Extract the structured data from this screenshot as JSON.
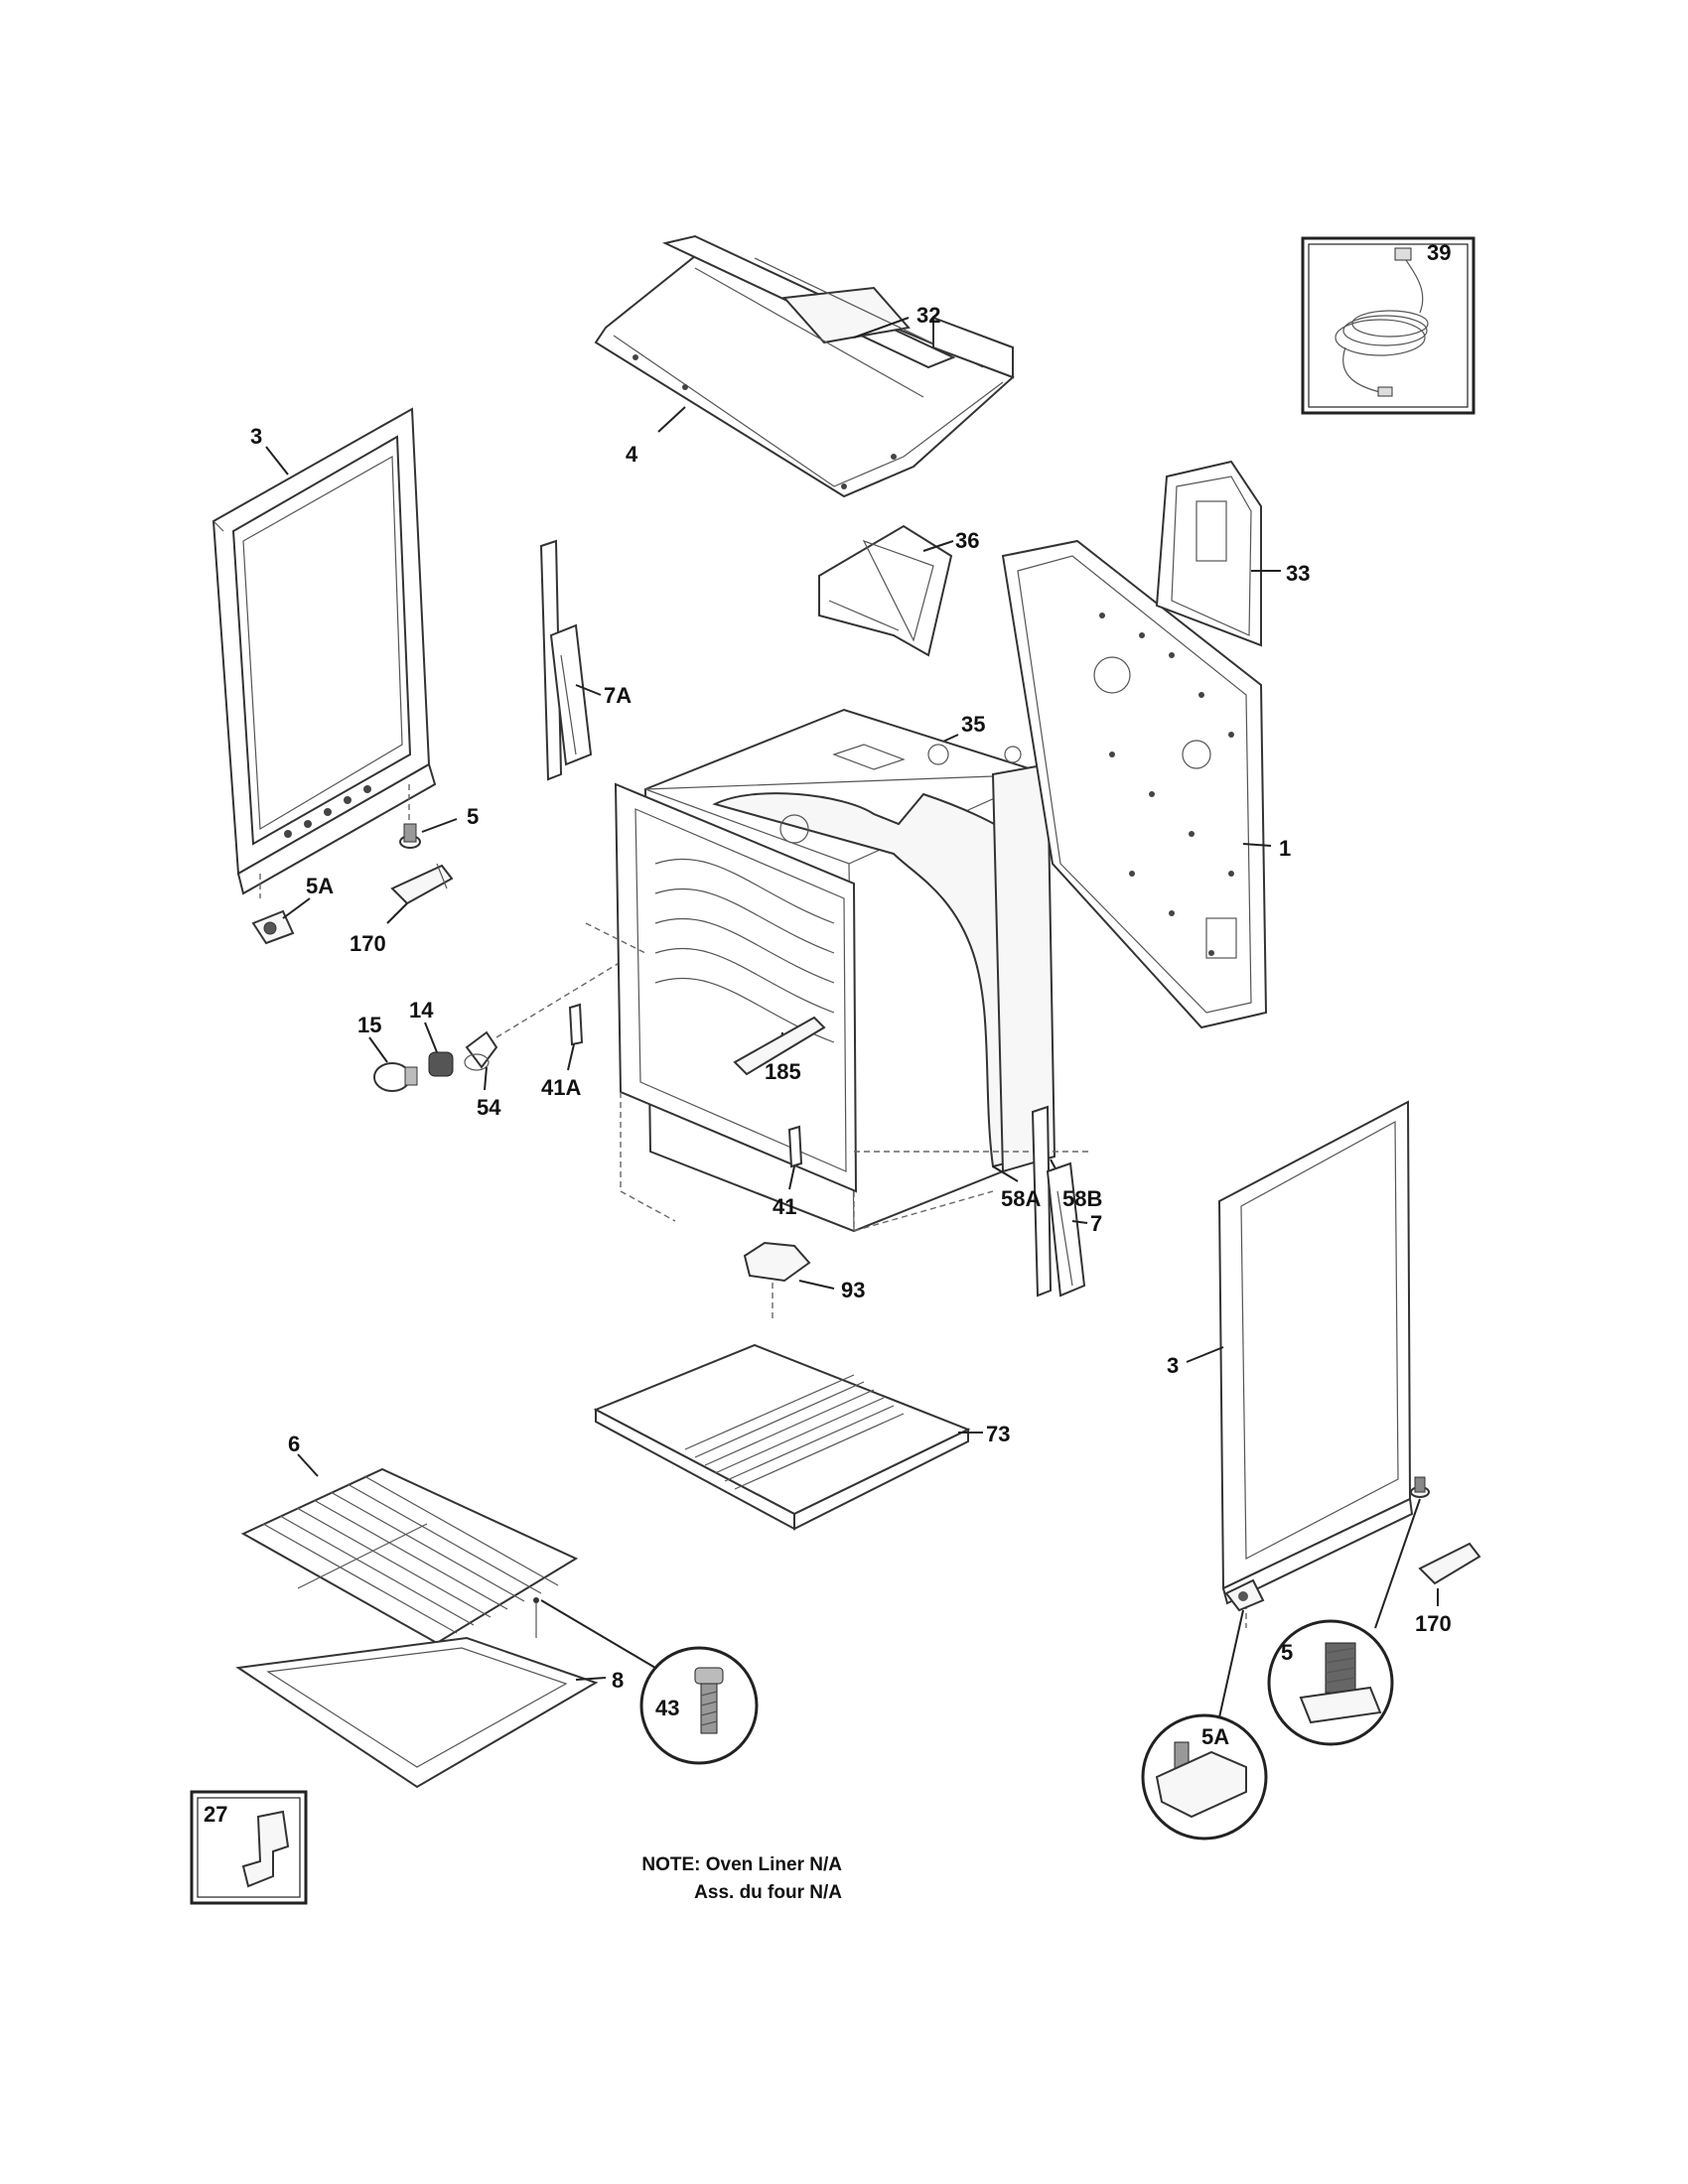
{
  "callouts": [
    {
      "id": "c-32",
      "text": "32"
    },
    {
      "id": "c-4",
      "text": "4"
    },
    {
      "id": "c-39",
      "text": "39"
    },
    {
      "id": "c-3a",
      "text": "3"
    },
    {
      "id": "c-36",
      "text": "36"
    },
    {
      "id": "c-33",
      "text": "33"
    },
    {
      "id": "c-7a",
      "text": "7A"
    },
    {
      "id": "c-35",
      "text": "35"
    },
    {
      "id": "c-5a",
      "text": "5"
    },
    {
      "id": "c-1",
      "text": "1"
    },
    {
      "id": "c-5aa",
      "text": "5A"
    },
    {
      "id": "c-170a",
      "text": "170"
    },
    {
      "id": "c-14",
      "text": "14"
    },
    {
      "id": "c-15",
      "text": "15"
    },
    {
      "id": "c-54",
      "text": "54"
    },
    {
      "id": "c-41a",
      "text": "41A"
    },
    {
      "id": "c-185",
      "text": "185"
    },
    {
      "id": "c-58a",
      "text": "58A"
    },
    {
      "id": "c-58b",
      "text": "58B"
    },
    {
      "id": "c-41",
      "text": "41"
    },
    {
      "id": "c-7",
      "text": "7"
    },
    {
      "id": "c-93",
      "text": "93"
    },
    {
      "id": "c-3b",
      "text": "3"
    },
    {
      "id": "c-73",
      "text": "73"
    },
    {
      "id": "c-6",
      "text": "6"
    },
    {
      "id": "c-170b",
      "text": "170"
    },
    {
      "id": "c-5b",
      "text": "5"
    },
    {
      "id": "c-43",
      "text": "43"
    },
    {
      "id": "c-8",
      "text": "8"
    },
    {
      "id": "c-5ab",
      "text": "5A"
    },
    {
      "id": "c-27",
      "text": "27"
    }
  ],
  "note": {
    "line1": "NOTE: Oven Liner N/A",
    "line2": "Ass. du four N/A"
  }
}
